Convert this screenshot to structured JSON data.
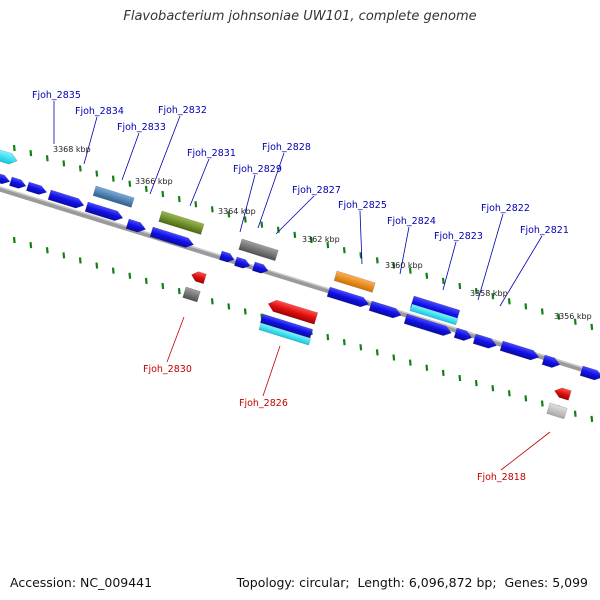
{
  "title": "Flavobacterium johnsoniae UW101, complete genome",
  "accession_label": "Accession:",
  "accession": "NC_009441",
  "topology_label": "Topology:",
  "topology": "circular",
  "length_label": "Length:",
  "length": "6,096,872 bp",
  "genes_label": "Genes:",
  "genes": "5,099",
  "scale_labels": [
    "3368 kbp",
    "3366 kbp",
    "3364 kbp",
    "3362 kbp",
    "3360 kbp",
    "3358 kbp",
    "3356 kbp"
  ],
  "upper_gene_labels": [
    "Fjoh_2835",
    "Fjoh_2834",
    "Fjoh_2833",
    "Fjoh_2832",
    "Fjoh_2831",
    "Fjoh_2829",
    "Fjoh_2828",
    "Fjoh_2827",
    "Fjoh_2825",
    "Fjoh_2824",
    "Fjoh_2823",
    "Fjoh_2822",
    "Fjoh_2821"
  ],
  "lower_gene_labels": [
    "Fjoh_2830",
    "Fjoh_2826",
    "Fjoh_2818"
  ],
  "colors": {
    "forward_gene": "#1010e6",
    "highlight_red": "#e01010",
    "highlight_cyan": "#10d8e8",
    "gene_gray": "#707070",
    "gene_steelblue": "#4a80b0",
    "gene_olive": "#6b8e23",
    "gene_orange": "#f08a10",
    "tick_green": "#128012",
    "label_blue": "#0000b0",
    "label_red": "#c00000"
  }
}
